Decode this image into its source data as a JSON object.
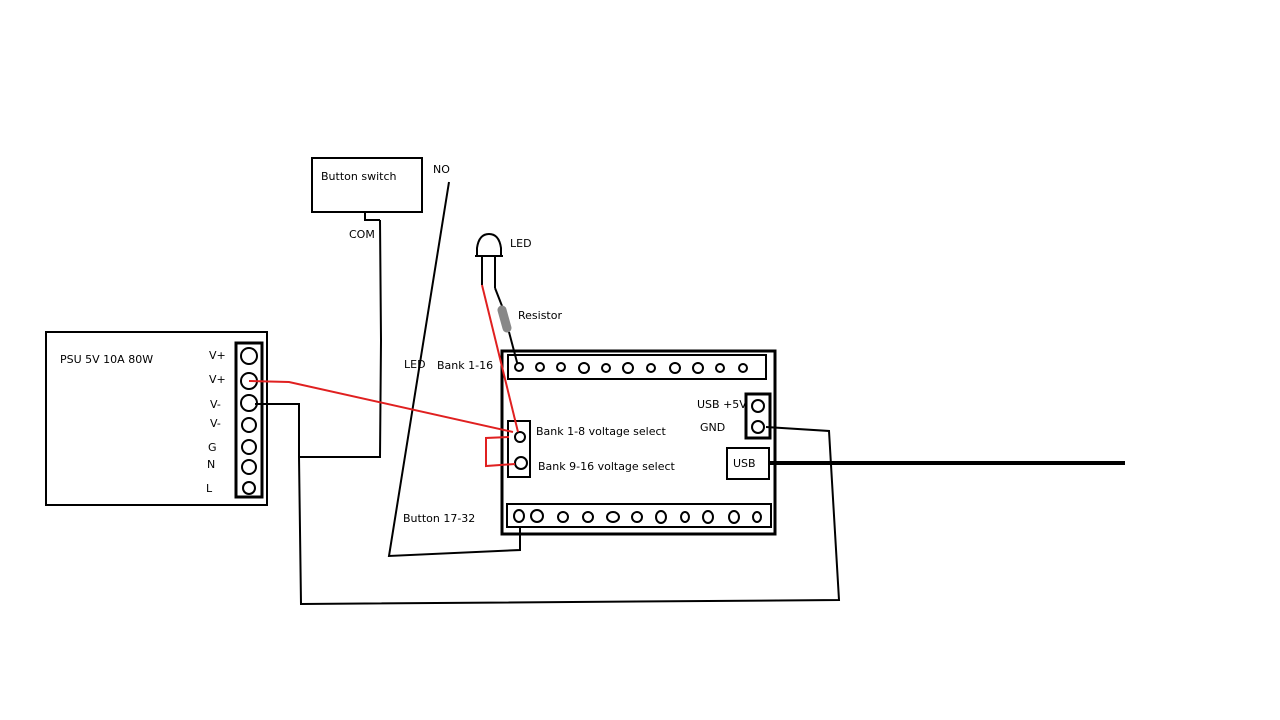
{
  "psu": {
    "label": "PSU 5V 10A 80W",
    "terminals": [
      "V+",
      "V+",
      "V-",
      "V-",
      "G",
      "N",
      "L"
    ]
  },
  "button": {
    "label": "Button switch",
    "com_label": "COM",
    "no_label": "NO"
  },
  "led": {
    "label": "LED",
    "wire_label": "LED"
  },
  "resistor": {
    "label": "Resistor"
  },
  "board": {
    "bank_top_label": "Bank 1-16",
    "bank_bottom_label": "Button 17-32",
    "vsel1_label": "Bank 1-8 voltage select",
    "vsel2_label": "Bank 9-16 voltage select",
    "usb5v_label": "USB +5V",
    "gnd_label": "GND",
    "usb_label": "USB"
  },
  "colors": {
    "wire_black": "#000000",
    "wire_red": "#e02020",
    "resistor_gray": "#888888"
  }
}
